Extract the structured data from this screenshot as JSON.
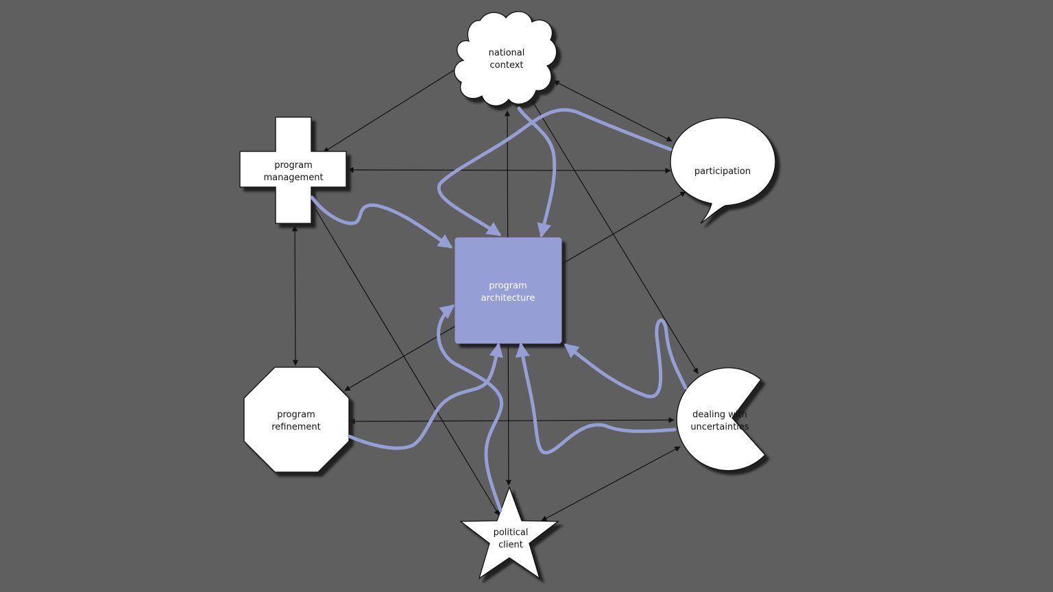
{
  "diagram": {
    "nodes": [
      {
        "id": "national-context",
        "label_lines": [
          "national",
          "context"
        ],
        "shape": "cloud",
        "fill": "#ffffff",
        "text_color": "#111111"
      },
      {
        "id": "program-management",
        "label_lines": [
          "program",
          "management"
        ],
        "shape": "cross",
        "fill": "#ffffff",
        "text_color": "#111111"
      },
      {
        "id": "participation",
        "label_lines": [
          "participation"
        ],
        "shape": "speech-bubble",
        "fill": "#ffffff",
        "text_color": "#111111"
      },
      {
        "id": "program-architecture",
        "label_lines": [
          "program",
          "architecture"
        ],
        "shape": "rounded-square",
        "fill": "#959fd6",
        "text_color": "#ffffff"
      },
      {
        "id": "program-refinement",
        "label_lines": [
          "program",
          "refinement"
        ],
        "shape": "octagon",
        "fill": "#ffffff",
        "text_color": "#111111"
      },
      {
        "id": "dealing-with-uncertainties",
        "label_lines": [
          "dealing with",
          "uncertainties"
        ],
        "shape": "pacman",
        "fill": "#ffffff",
        "text_color": "#111111"
      },
      {
        "id": "political-client",
        "label_lines": [
          "political",
          "client"
        ],
        "shape": "star",
        "fill": "#ffffff",
        "text_color": "#111111"
      }
    ],
    "black_connections": [
      {
        "from": "program-management",
        "to": "national-context",
        "arrows": "both"
      },
      {
        "from": "national-context",
        "to": "participation",
        "arrows": "both"
      },
      {
        "from": "program-management",
        "to": "participation",
        "arrows": "both"
      },
      {
        "from": "program-management",
        "to": "program-refinement",
        "arrows": "both"
      },
      {
        "from": "program-refinement",
        "to": "dealing-with-uncertainties",
        "arrows": "both"
      },
      {
        "from": "national-context",
        "to": "political-client",
        "arrows": "both"
      },
      {
        "from": "program-management",
        "to": "political-client",
        "arrows": "end"
      },
      {
        "from": "national-context",
        "to": "dealing-with-uncertainties",
        "arrows": "both"
      },
      {
        "from": "program-refinement",
        "to": "participation",
        "arrows": "both"
      },
      {
        "from": "political-client",
        "to": "dealing-with-uncertainties",
        "arrows": "both"
      }
    ],
    "blue_connections": [
      {
        "from": "program-management",
        "to": "program-architecture"
      },
      {
        "from": "national-context",
        "to": "program-architecture"
      },
      {
        "from": "participation",
        "to": "program-architecture"
      },
      {
        "from": "program-refinement",
        "to": "program-architecture"
      },
      {
        "from": "political-client",
        "to": "program-architecture"
      },
      {
        "from": "dealing-with-uncertainties",
        "to": "program-architecture"
      },
      {
        "from": "dealing-with-uncertainties",
        "to": "program-architecture"
      }
    ],
    "colors": {
      "background": "#5f5f5f",
      "blue_connector": "#959fd6",
      "black_connector": "#111111",
      "shape_shadow": "#1e1e1e"
    }
  }
}
